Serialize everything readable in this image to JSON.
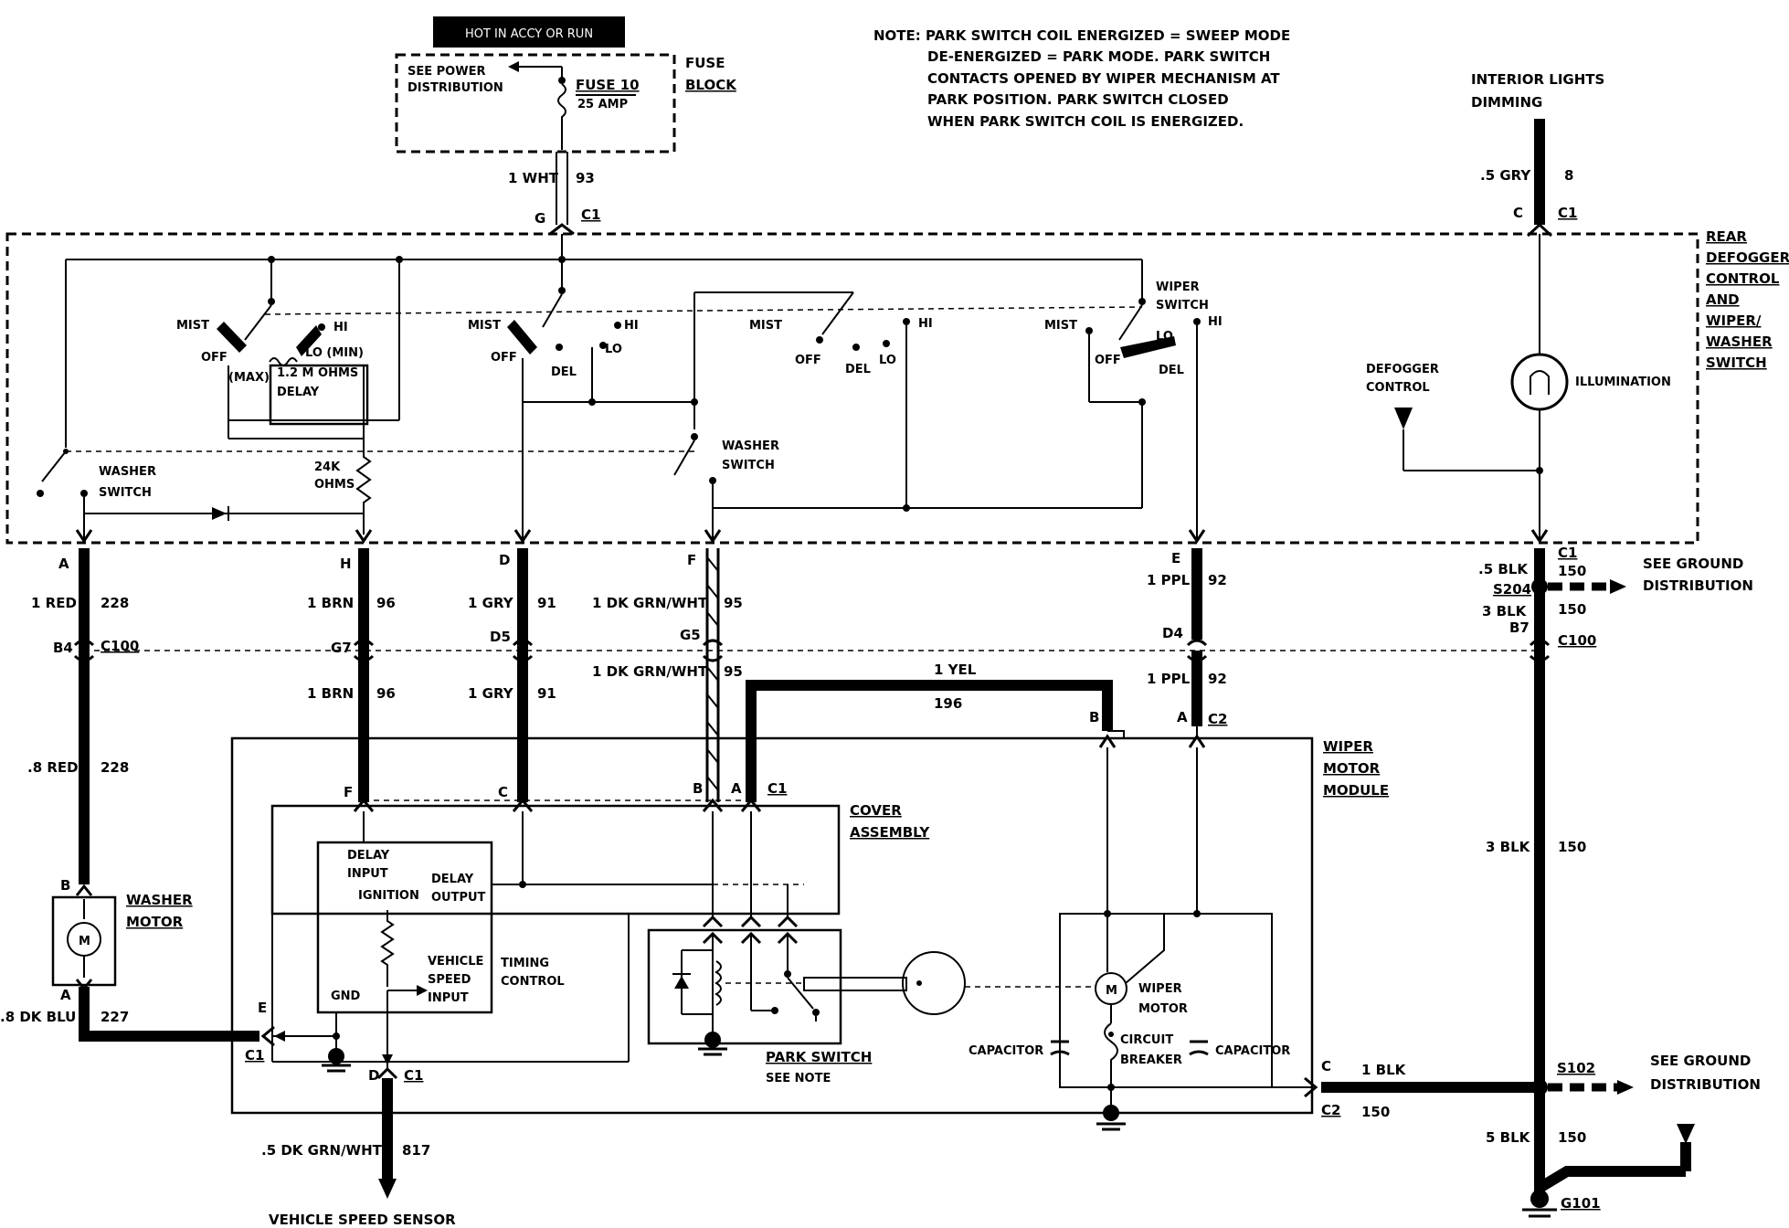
{
  "header": {
    "ignition_label": "HOT IN ACCY OR RUN",
    "note": [
      "NOTE:  PARK SWITCH COIL ENERGIZED  =  SWEEP MODE",
      "DE-ENERGIZED  =  PARK MODE.  PARK SWITCH",
      "CONTACTS OPENED BY WIPER MECHANISM AT",
      "PARK POSITION.  PARK SWITCH CLOSED",
      "WHEN PARK SWITCH COIL IS ENERGIZED."
    ]
  },
  "fuse_block": {
    "title_1": "FUSE",
    "title_2": "BLOCK",
    "see_power_1": "SEE POWER",
    "see_power_2": "DISTRIBUTION",
    "fuse_name": "FUSE 10",
    "fuse_rating": "25 AMP"
  },
  "interior_lights": {
    "line1": "INTERIOR LIGHTS",
    "line2": "DIMMING"
  },
  "rear_control": {
    "title": [
      "REAR",
      "DEFOGGER",
      "CONTROL",
      "AND",
      "WIPER/",
      "WASHER",
      "SWITCH"
    ],
    "defogger_control_1": "DEFOGGER",
    "defogger_control_2": "CONTROL",
    "illumination": "ILLUMINATION",
    "wiper_switch_1": "WIPER",
    "wiper_switch_2": "SWITCH",
    "washer_switch_1": "WASHER",
    "washer_switch_2": "SWITCH",
    "mist": "MIST",
    "off": "OFF",
    "hi": "HI",
    "lo": "LO",
    "del": "DEL",
    "lo_min": "LO (MIN)",
    "max": "(MAX)",
    "res_1": "1.2 M OHMS",
    "res_2": "DELAY",
    "res24_1": "24K",
    "res24_2": "OHMS"
  },
  "wires": {
    "w_1wht": "1 WHT",
    "c_93": "93",
    "pin_g": "G",
    "c1": "C1",
    "w_5gry": ".5 GRY",
    "c_8": "8",
    "pin_c": "C",
    "pin_a": "A",
    "pin_h": "H",
    "pin_d": "D",
    "pin_f": "F",
    "pin_e": "E",
    "w_1red": "1 RED",
    "c_228": "228",
    "w_1brn": "1 BRN",
    "c_96": "96",
    "w_1gry": "1 GRY",
    "c_91": "91",
    "w_1dkgrnwht": "1 DK GRN/WHT",
    "c_95": "95",
    "w_1ppl": "1 PPL",
    "c_92": "92",
    "w_5blk": ".5 BLK",
    "c_150": "150",
    "s204": "S204",
    "w_3blk": "3 BLK",
    "see_ground_1": "SEE GROUND",
    "see_ground_2": "DISTRIBUTION",
    "p_b4": "B4",
    "c100": "C100",
    "p_g7": "G7",
    "p_d5": "D5",
    "p_g5": "G5",
    "p_d4": "D4",
    "p_b7": "B7",
    "w_1yel": "1 YEL",
    "c_196": "196",
    "pin_b": "B",
    "c2": "C2",
    "w_8red": ".8 RED",
    "w_8dkblu": ".8 DK BLU",
    "c_227": "227",
    "w_1blk": "1 BLK",
    "s102": "S102",
    "w_5blk2": "5 BLK",
    "g101": "G101",
    "w_5dkgrnwht": ".5 DK GRN/WHT",
    "c_817": "817",
    "vss": "VEHICLE SPEED SENSOR"
  },
  "washer_motor": {
    "line1": "WASHER",
    "line2": "MOTOR",
    "m": "M"
  },
  "module": {
    "title": [
      "WIPER",
      "MOTOR",
      "MODULE"
    ],
    "cover_1": "COVER",
    "cover_2": "ASSEMBLY",
    "delay_input_1": "DELAY",
    "delay_input_2": "INPUT",
    "ignition": "IGNITION",
    "delay_output_1": "DELAY",
    "delay_output_2": "OUTPUT",
    "vsi_1": "VEHICLE",
    "vsi_2": "SPEED",
    "vsi_3": "INPUT",
    "gnd": "GND",
    "timing_1": "TIMING",
    "timing_2": "CONTROL",
    "park_switch": "PARK SWITCH",
    "see_note": "SEE NOTE",
    "wiper_motor_1": "WIPER",
    "wiper_motor_2": "MOTOR",
    "cb_1": "CIRCUIT",
    "cb_2": "BREAKER",
    "capacitor": "CAPACITOR"
  }
}
